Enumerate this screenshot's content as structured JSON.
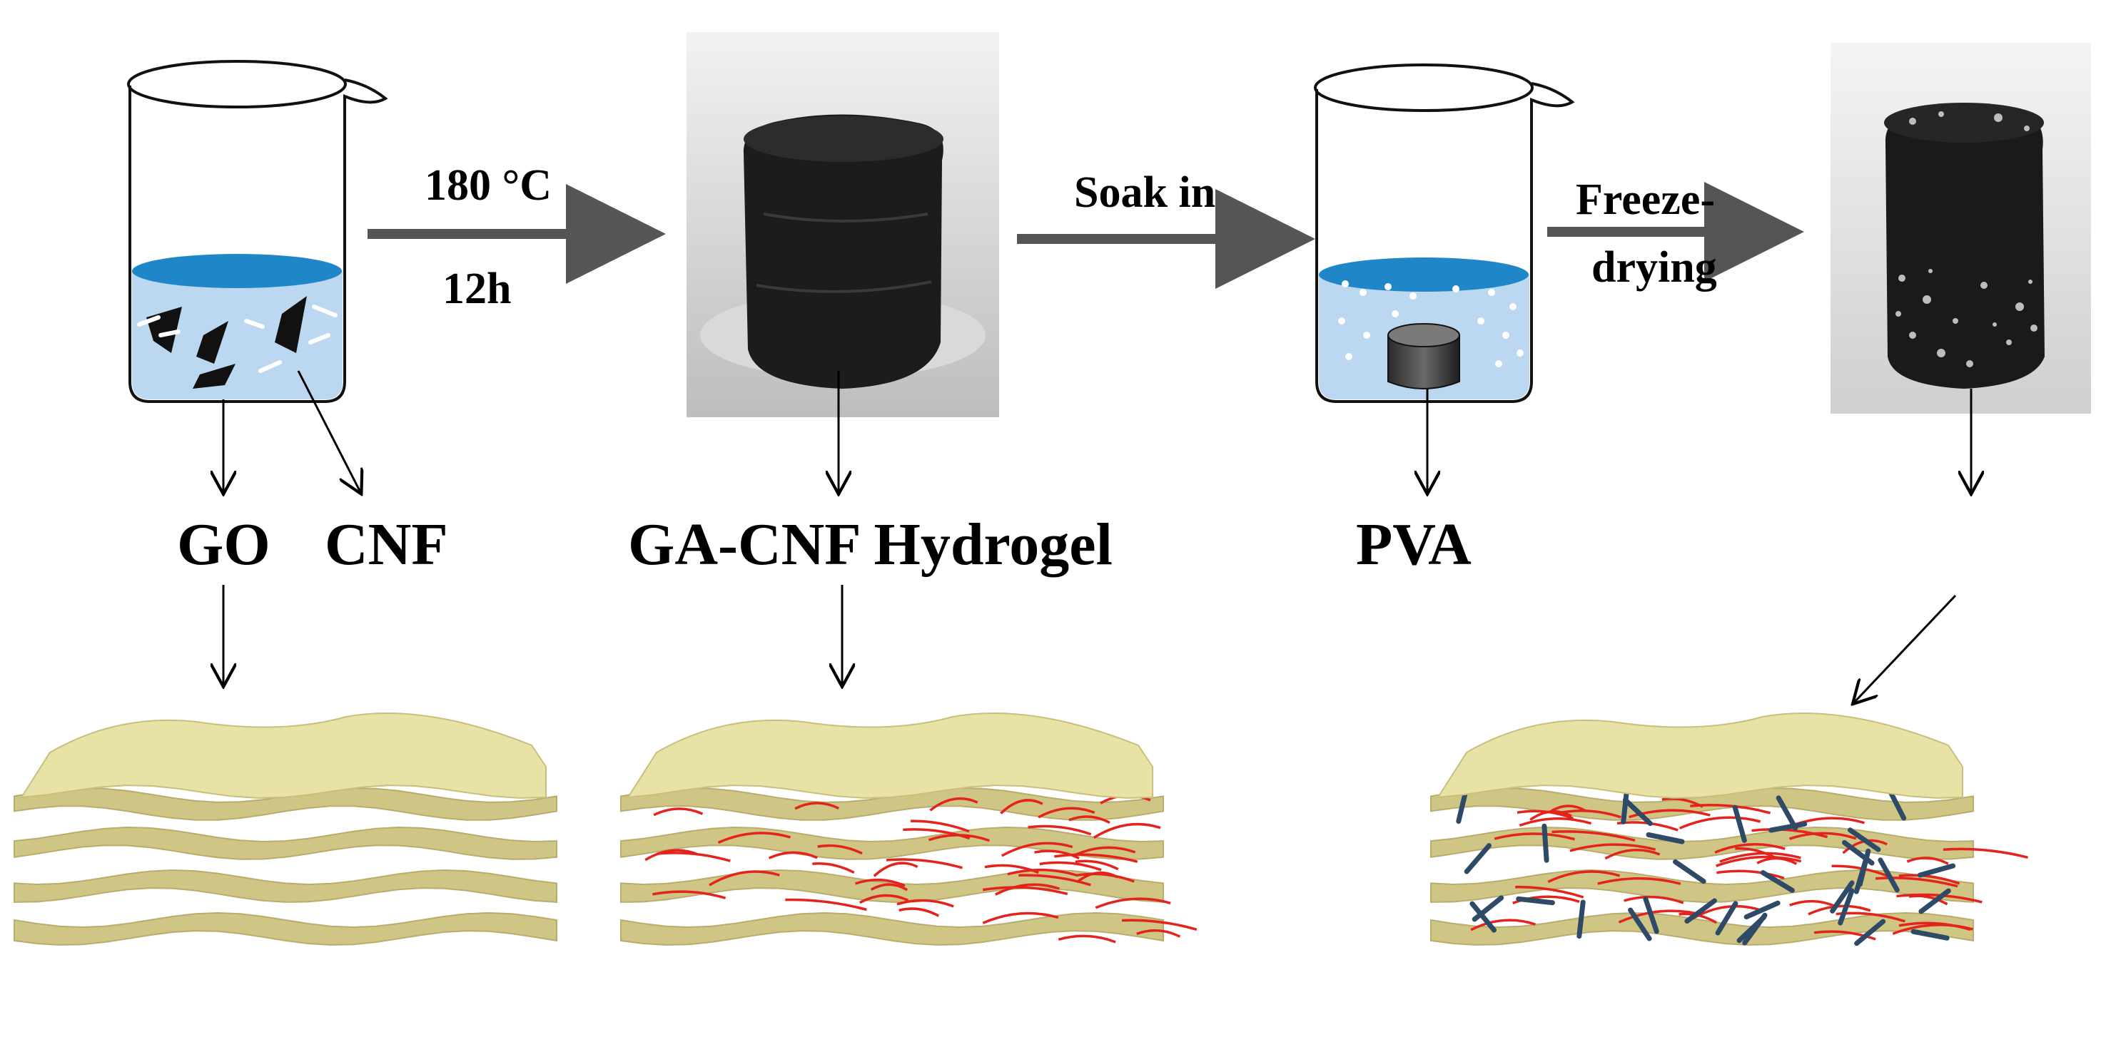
{
  "step1": {
    "temperature": "180 °C",
    "time": "12h"
  },
  "step2": {
    "label": "Soak in"
  },
  "step3": {
    "label_line1": "Freeze-",
    "label_line2": "drying"
  },
  "components": {
    "go": "GO",
    "cnf": "CNF",
    "hydrogel": "GA-CNF Hydrogel",
    "pva": "PVA"
  },
  "colors": {
    "water_light": "#bcd7f0",
    "water_surface": "#1f86c8",
    "sheet_fill": "#e9e2a6",
    "sheet_shade": "#cfc584",
    "cnf_fiber": "#e3231c",
    "pva_rod": "#2f4a66",
    "arrow_gray": "#555555",
    "aerogel": "#1a1a1a"
  }
}
